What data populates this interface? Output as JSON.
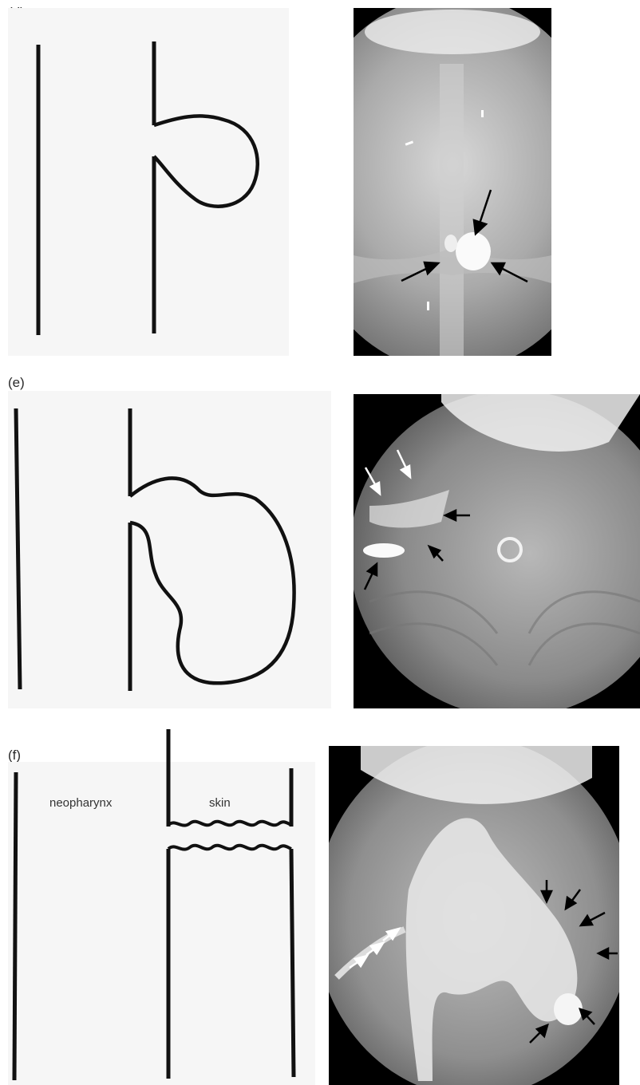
{
  "panels": [
    {
      "label": "(d)"
    },
    {
      "label": "(e)"
    },
    {
      "label": "(f)",
      "texts": {
        "left": "neopharynx",
        "right": "skin"
      }
    }
  ],
  "colors": {
    "line": "#111111",
    "sketch_bg": "#f6f6f6",
    "xray_bg": "#000000",
    "arrow_black": "#000000",
    "arrow_white": "#ffffff"
  }
}
